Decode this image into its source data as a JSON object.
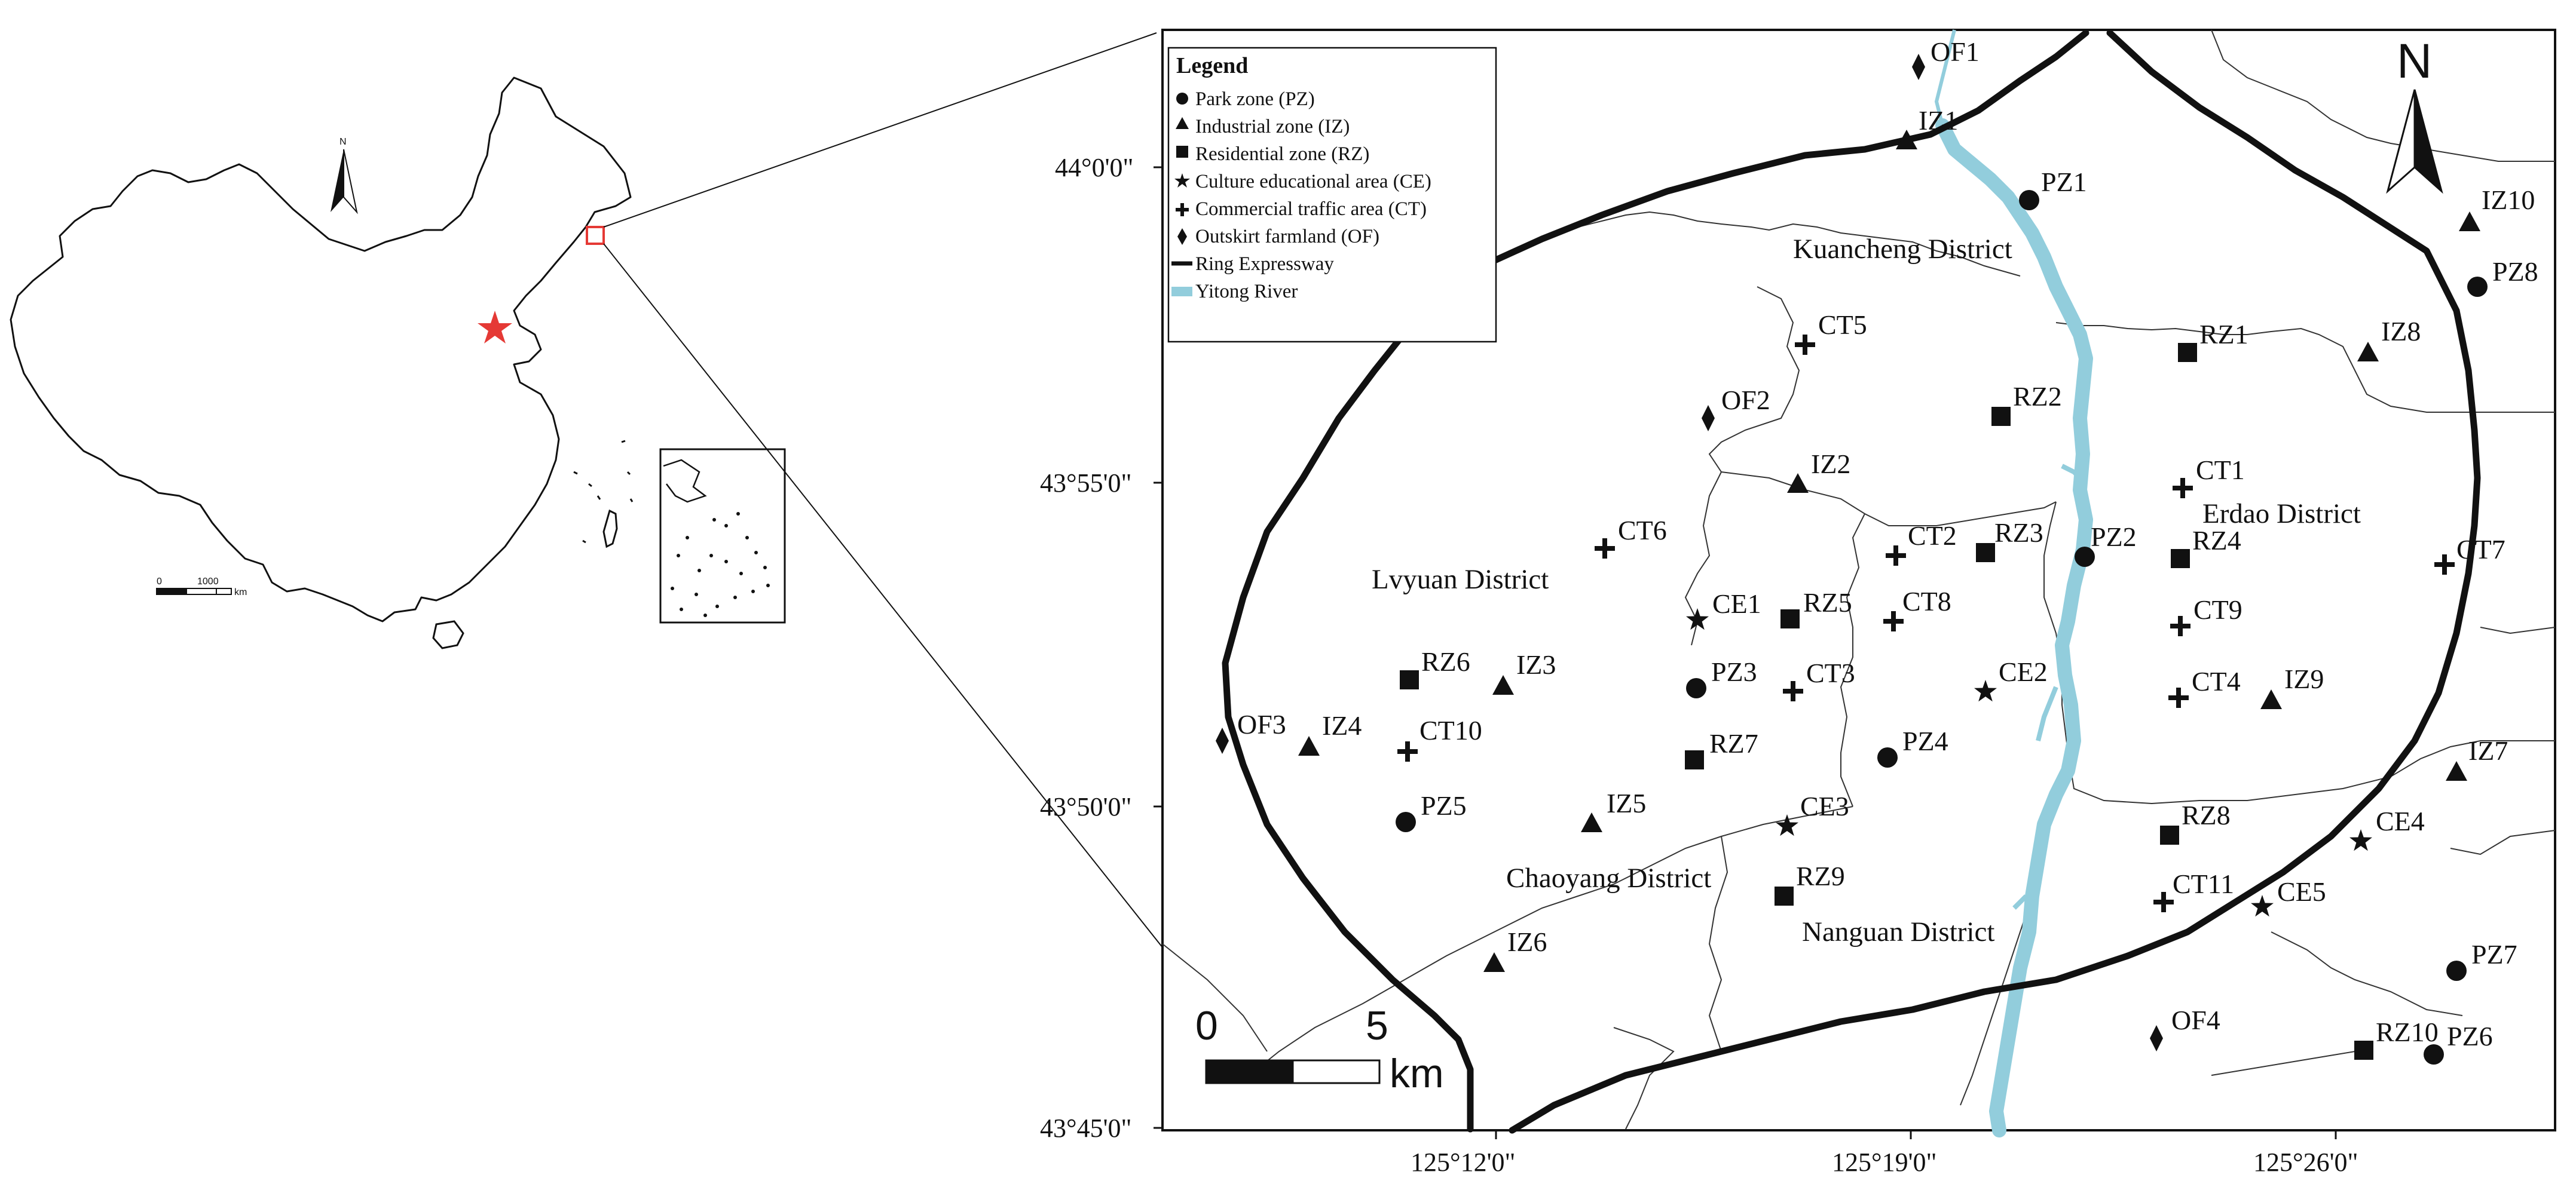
{
  "overview": {
    "north_letter": "N",
    "scale": {
      "tick0": "0",
      "tick1": "1000",
      "unit": "km"
    },
    "capital_color": "#e53935",
    "study_area_color": "#e53935"
  },
  "map": {
    "north_letter": "N",
    "scale": {
      "tick0": "0",
      "tick1": "5",
      "unit": "km"
    },
    "axis": {
      "lat_labels": [
        "44°0'0\"",
        "43°55'0\"",
        "43°50'0\"",
        "43°45'0\""
      ],
      "lon_labels": [
        "125°12'0\"",
        "125°19'0\"",
        "125°26'0\""
      ]
    },
    "districts": [
      "Kuancheng District",
      "Erdao District",
      "Lvyuan District",
      "Chaoyang District",
      "Nanguan District"
    ],
    "river_color": "#92cddc",
    "legend": {
      "title": "Legend",
      "items": [
        {
          "symbol": "circle",
          "label": "Park zone (PZ)"
        },
        {
          "symbol": "triangle",
          "label": "Industrial zone (IZ)"
        },
        {
          "symbol": "square",
          "label": "Residential zone (RZ)"
        },
        {
          "symbol": "star",
          "label": "Culture educational area (CE)"
        },
        {
          "symbol": "cross",
          "label": "Commercial traffic area (CT)"
        },
        {
          "symbol": "diamond",
          "label": "Outskirt farmland (OF)"
        },
        {
          "symbol": "line",
          "label": "Ring Expressway"
        },
        {
          "symbol": "river",
          "label": "Yitong River"
        }
      ]
    },
    "sites": [
      {
        "id": "PZ1",
        "type": "circle"
      },
      {
        "id": "PZ2",
        "type": "circle"
      },
      {
        "id": "PZ3",
        "type": "circle"
      },
      {
        "id": "PZ4",
        "type": "circle"
      },
      {
        "id": "PZ5",
        "type": "circle"
      },
      {
        "id": "PZ6",
        "type": "circle"
      },
      {
        "id": "PZ7",
        "type": "circle"
      },
      {
        "id": "PZ8",
        "type": "circle"
      },
      {
        "id": "IZ1",
        "type": "triangle"
      },
      {
        "id": "IZ2",
        "type": "triangle"
      },
      {
        "id": "IZ3",
        "type": "triangle"
      },
      {
        "id": "IZ4",
        "type": "triangle"
      },
      {
        "id": "IZ5",
        "type": "triangle"
      },
      {
        "id": "IZ6",
        "type": "triangle"
      },
      {
        "id": "IZ7",
        "type": "triangle"
      },
      {
        "id": "IZ8",
        "type": "triangle"
      },
      {
        "id": "IZ9",
        "type": "triangle"
      },
      {
        "id": "IZ10",
        "type": "triangle"
      },
      {
        "id": "RZ1",
        "type": "square"
      },
      {
        "id": "RZ2",
        "type": "square"
      },
      {
        "id": "RZ3",
        "type": "square"
      },
      {
        "id": "RZ4",
        "type": "square"
      },
      {
        "id": "RZ5",
        "type": "square"
      },
      {
        "id": "RZ6",
        "type": "square"
      },
      {
        "id": "RZ7",
        "type": "square"
      },
      {
        "id": "RZ8",
        "type": "square"
      },
      {
        "id": "RZ9",
        "type": "square"
      },
      {
        "id": "RZ10",
        "type": "square"
      },
      {
        "id": "CE1",
        "type": "star"
      },
      {
        "id": "CE2",
        "type": "star"
      },
      {
        "id": "CE3",
        "type": "star"
      },
      {
        "id": "CE4",
        "type": "star"
      },
      {
        "id": "CE5",
        "type": "star"
      },
      {
        "id": "CT1",
        "type": "cross"
      },
      {
        "id": "CT2",
        "type": "cross"
      },
      {
        "id": "CT3",
        "type": "cross"
      },
      {
        "id": "CT4",
        "type": "cross"
      },
      {
        "id": "CT5",
        "type": "cross"
      },
      {
        "id": "CT6",
        "type": "cross"
      },
      {
        "id": "CT7",
        "type": "cross"
      },
      {
        "id": "CT8",
        "type": "cross"
      },
      {
        "id": "CT9",
        "type": "cross"
      },
      {
        "id": "CT10",
        "type": "cross"
      },
      {
        "id": "CT11",
        "type": "cross"
      },
      {
        "id": "OF1",
        "type": "diamond"
      },
      {
        "id": "OF2",
        "type": "diamond"
      },
      {
        "id": "OF3",
        "type": "diamond"
      },
      {
        "id": "OF4",
        "type": "diamond"
      }
    ]
  }
}
